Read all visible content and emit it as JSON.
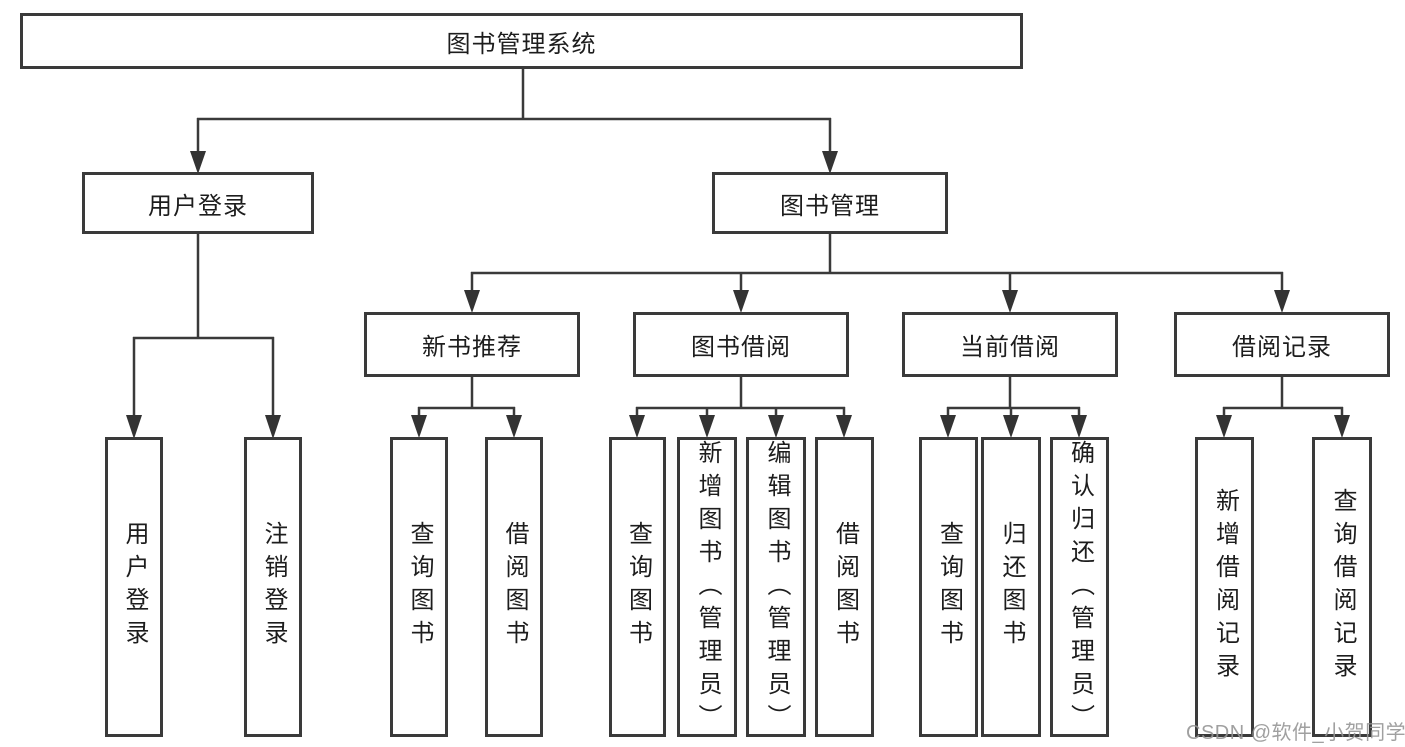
{
  "diagram": {
    "root": "图书管理系统",
    "level2": {
      "user_login": "用户登录",
      "book_management": "图书管理"
    },
    "level3": {
      "new_books": "新书推荐",
      "book_borrowing": "图书借阅",
      "current_borrowing": "当前借阅",
      "borrowing_records": "借阅记录"
    },
    "leaves": {
      "user_login": [
        "用户登录",
        "注销登录"
      ],
      "new_books": [
        "查询图书",
        "借阅图书"
      ],
      "book_borrowing": [
        "查询图书",
        "新增图书（管理员）",
        "编辑图书（管理员）",
        "借阅图书"
      ],
      "current_borrowing": [
        "查询图书",
        "归还图书",
        "确认归还（管理员）"
      ],
      "borrowing_records": [
        "新增借阅记录",
        "查询借阅记录"
      ]
    }
  },
  "watermark": "CSDN @软件_小贺同学",
  "colors": {
    "line": "#3a3a3a",
    "text": "#1d1d1d",
    "watermark": "#969696"
  }
}
